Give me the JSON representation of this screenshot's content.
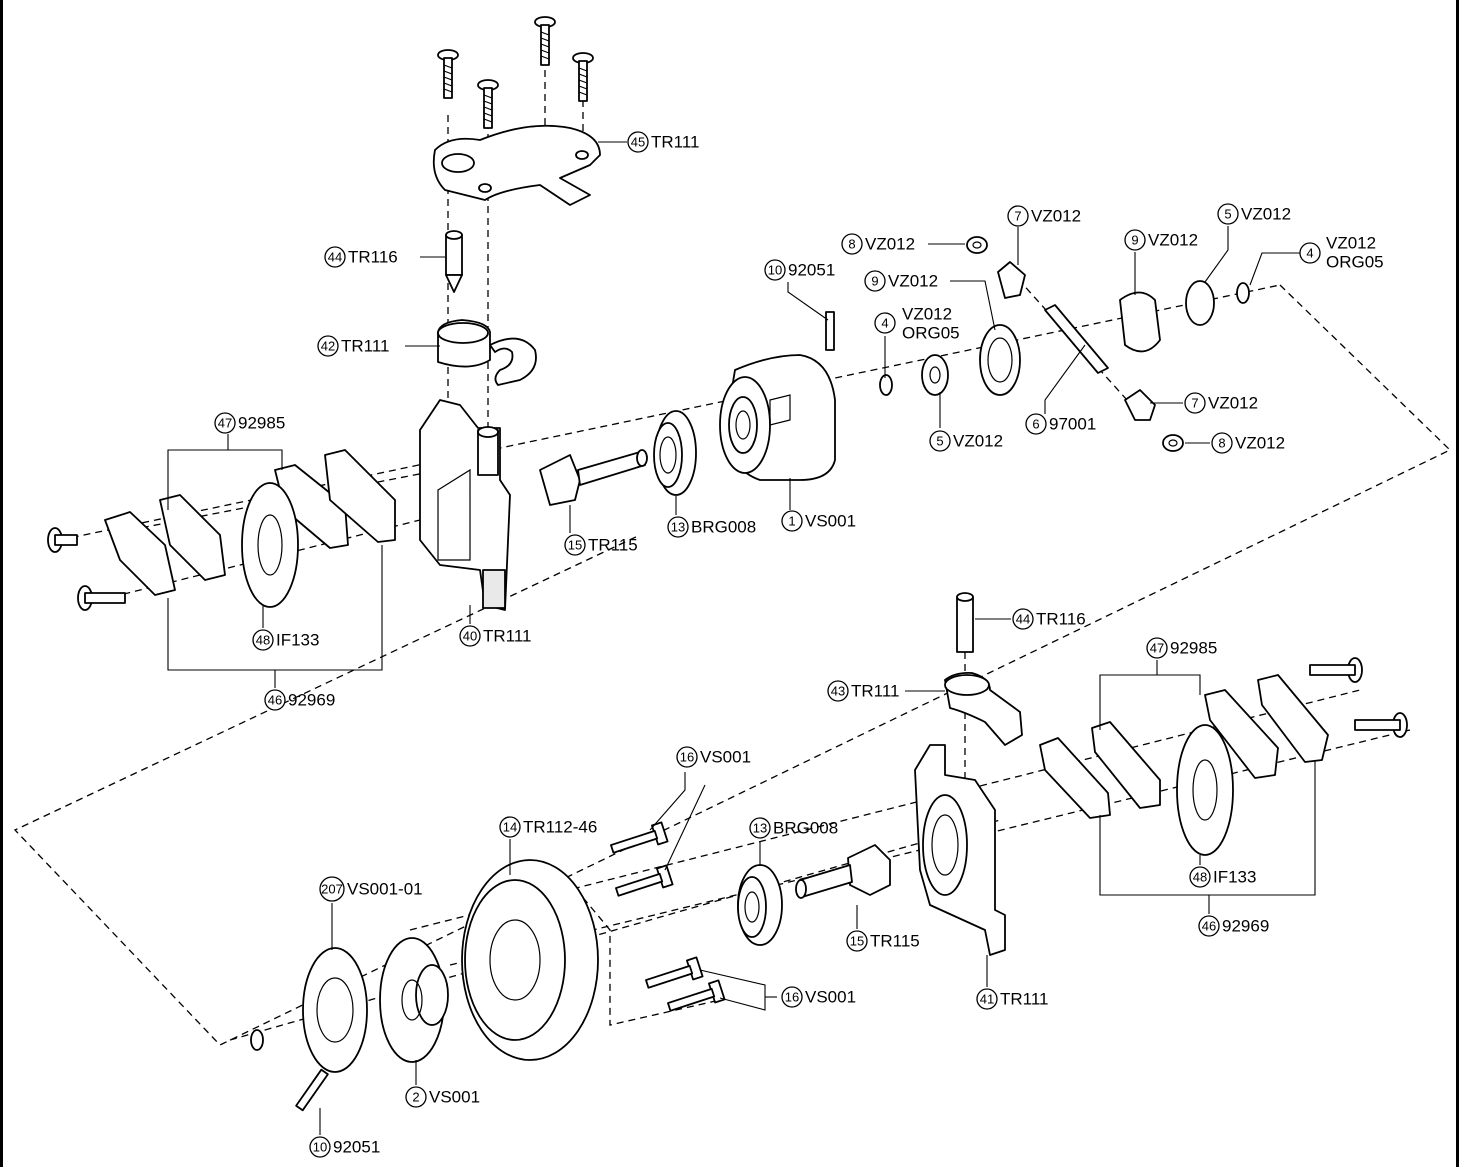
{
  "callouts": [
    {
      "id": "c45",
      "num": "45",
      "code": "TR111"
    },
    {
      "id": "c44a",
      "num": "44",
      "code": "TR116"
    },
    {
      "id": "c42",
      "num": "42",
      "code": "TR111"
    },
    {
      "id": "c47a",
      "num": "47",
      "code": "92985"
    },
    {
      "id": "c48a",
      "num": "48",
      "code": "IF133"
    },
    {
      "id": "c46a",
      "num": "46",
      "code": "92969"
    },
    {
      "id": "c40",
      "num": "40",
      "code": "TR111"
    },
    {
      "id": "c15a",
      "num": "15",
      "code": "TR115"
    },
    {
      "id": "c13a",
      "num": "13",
      "code": "BRG008"
    },
    {
      "id": "c1",
      "num": "1",
      "code": "VS001"
    },
    {
      "id": "c10a",
      "num": "10",
      "code": "92051"
    },
    {
      "id": "c4a",
      "num": "4",
      "code": "VZ012",
      "code2": "ORG05"
    },
    {
      "id": "c9a",
      "num": "9",
      "code": "VZ012"
    },
    {
      "id": "c5a",
      "num": "5",
      "code": "VZ012"
    },
    {
      "id": "c8a",
      "num": "8",
      "code": "VZ012"
    },
    {
      "id": "c7a",
      "num": "7",
      "code": "VZ012"
    },
    {
      "id": "c9b",
      "num": "9",
      "code": "VZ012"
    },
    {
      "id": "c5b",
      "num": "5",
      "code": "VZ012"
    },
    {
      "id": "c4b",
      "num": "4",
      "code": "VZ012",
      "code2": "ORG05"
    },
    {
      "id": "c6",
      "num": "6",
      "code": "97001"
    },
    {
      "id": "c7b",
      "num": "7",
      "code": "VZ012"
    },
    {
      "id": "c8b",
      "num": "8",
      "code": "VZ012"
    },
    {
      "id": "c44b",
      "num": "44",
      "code": "TR116"
    },
    {
      "id": "c43",
      "num": "43",
      "code": "TR111"
    },
    {
      "id": "c47b",
      "num": "47",
      "code": "92985"
    },
    {
      "id": "c16a",
      "num": "16",
      "code": "VS001"
    },
    {
      "id": "c14",
      "num": "14",
      "code": "TR112-46"
    },
    {
      "id": "c13b",
      "num": "13",
      "code": "BRG008"
    },
    {
      "id": "c207",
      "num": "207",
      "code": "VS001-01"
    },
    {
      "id": "c48b",
      "num": "48",
      "code": "IF133"
    },
    {
      "id": "c46b",
      "num": "46",
      "code": "92969"
    },
    {
      "id": "c15b",
      "num": "15",
      "code": "TR115"
    },
    {
      "id": "c16b",
      "num": "16",
      "code": "VS001"
    },
    {
      "id": "c41",
      "num": "41",
      "code": "TR111"
    },
    {
      "id": "c2",
      "num": "2",
      "code": "VS001"
    },
    {
      "id": "c10b",
      "num": "10",
      "code": "92051"
    }
  ]
}
